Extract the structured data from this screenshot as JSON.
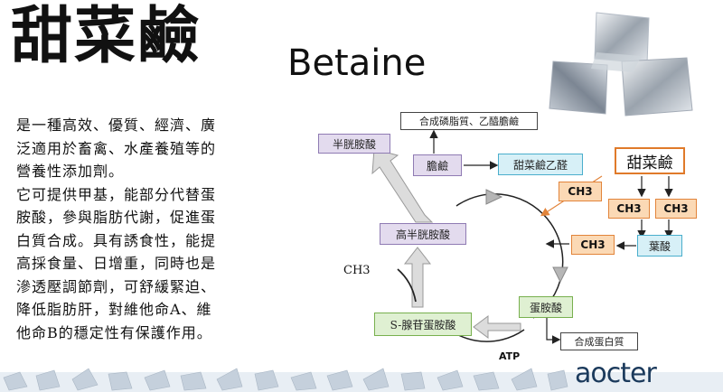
{
  "title": {
    "zh": "甜菜鹼",
    "en": "Betaine"
  },
  "description": {
    "lines": [
      "是一種高效、優質、經濟、廣",
      "泛適用於畜禽、水產養殖等的",
      "營養性添加劑。",
      "它可提供甲基，能部分代替蛋",
      "胺酸，參與脂肪代謝，促進蛋",
      "白質合成。具有誘食性，能提",
      "高採食量、日增重，同時也是",
      "滲透壓調節劑，可舒緩緊迫、",
      "降低脂肪肝，對維他命A、維",
      "他命B的穩定性有保護作用。"
    ]
  },
  "diagram": {
    "top_box": "合成磷脂質、乙醯膽鹼",
    "homocysteine_top": "半胱胺酸",
    "choline": "膽鹼",
    "betaine_aldehyde": "甜菜鹼乙醛",
    "betaine": "甜菜鹼",
    "ch3": "CH3",
    "ch3_plain": "CH3",
    "homocysteine": "高半胱胺酸",
    "folate": "葉酸",
    "methionine": "蛋胺酸",
    "sam": "S-腺苷蛋胺酸",
    "protein": "合成蛋白質",
    "atp": "ATP"
  },
  "logo": "aocter",
  "colors": {
    "orange": "#e2843a",
    "purple": "#8f7bb3",
    "cyan": "#4aaecc",
    "green": "#78b04e"
  }
}
